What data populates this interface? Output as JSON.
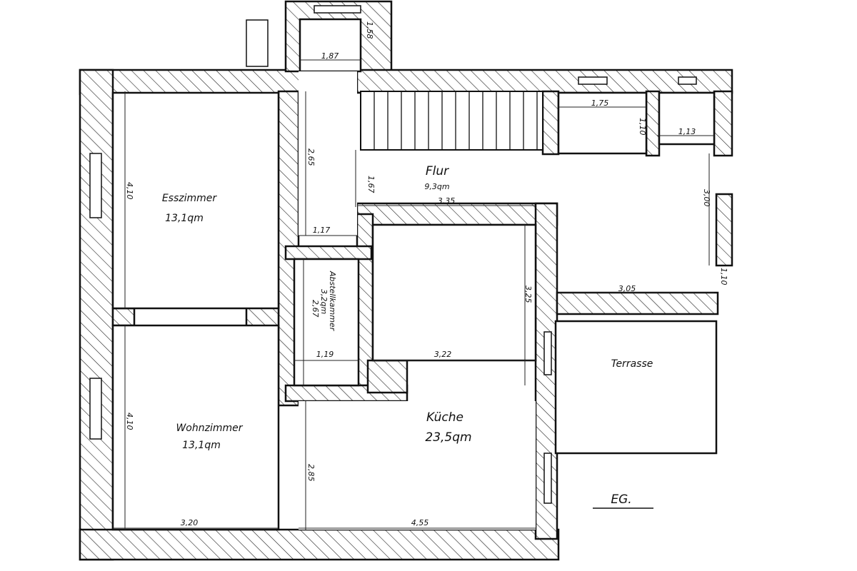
{
  "plan": {
    "floor_label": "EG.",
    "rooms": {
      "esszimmer": {
        "name": "Esszimmer",
        "area": "13,1qm"
      },
      "wohnzimmer": {
        "name": "Wohnzimmer",
        "area": "13,1qm"
      },
      "flur": {
        "name": "Flur",
        "area": "9,3qm"
      },
      "abstellkammer": {
        "name": "Abstellkammer",
        "area": "3,2qm"
      },
      "kueche": {
        "name": "Küche",
        "area": "23,5qm"
      },
      "terrasse": {
        "name": "Terrasse"
      }
    },
    "dimensions": {
      "tower_width": "1,87",
      "tower_depth": "1,58",
      "esszimmer_height": "4,10",
      "wohnzimmer_height": "4,10",
      "corridor_height": "2,65",
      "corridor_width": "1,17",
      "flur_height": "1,67",
      "flur_width": "3,35",
      "niche1_width": "1,75",
      "niche1_depth": "1,10",
      "niche2_width": "1,13",
      "flur_right_height": "3,00",
      "flur_right_width": "3,05",
      "flur_right_offset": "1,10",
      "abstell_height": "2,67",
      "abstell_width": "1,19",
      "kueche_upper_height": "3,25",
      "kueche_upper_width": "3,22",
      "kueche_lower_height": "2,85",
      "wohnzimmer_width": "3,20",
      "kueche_width": "4,55"
    }
  }
}
